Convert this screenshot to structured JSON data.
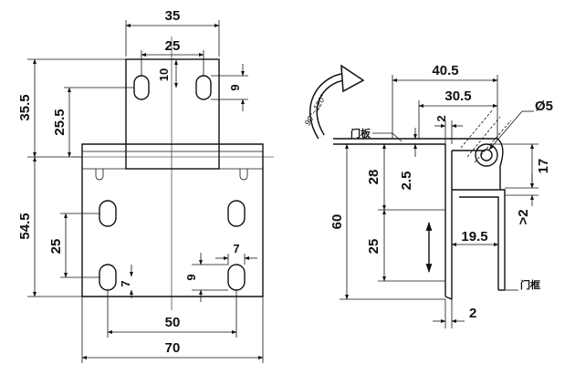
{
  "front_view": {
    "dims": {
      "top_width": "35",
      "hole_spacing_top": "25",
      "hole_height_top": "10",
      "slot_9_top": "9",
      "height_35_5": "35.5",
      "height_25_5": "25.5",
      "height_54_5": "54.5",
      "hole_spacing_vert": "25",
      "slot_width": "7",
      "slot_height": "9",
      "slot_7_side": "7",
      "hole_spacing_bottom": "50",
      "total_width": "70"
    }
  },
  "side_view": {
    "rotation_label": "90°~120°",
    "door_panel_label": "门板",
    "door_frame_label": "门框",
    "dims": {
      "width_40_5": "40.5",
      "width_30_5": "30.5",
      "pin_dia": "Ø5",
      "gap_2_top": "2",
      "height_28": "28",
      "thick_2_5": "2.5",
      "height_17": "17",
      "height_60": "60",
      "gap_gt2": ">2",
      "width_19_5": "19.5",
      "height_25": "25",
      "thick_2_bottom": "2"
    }
  }
}
